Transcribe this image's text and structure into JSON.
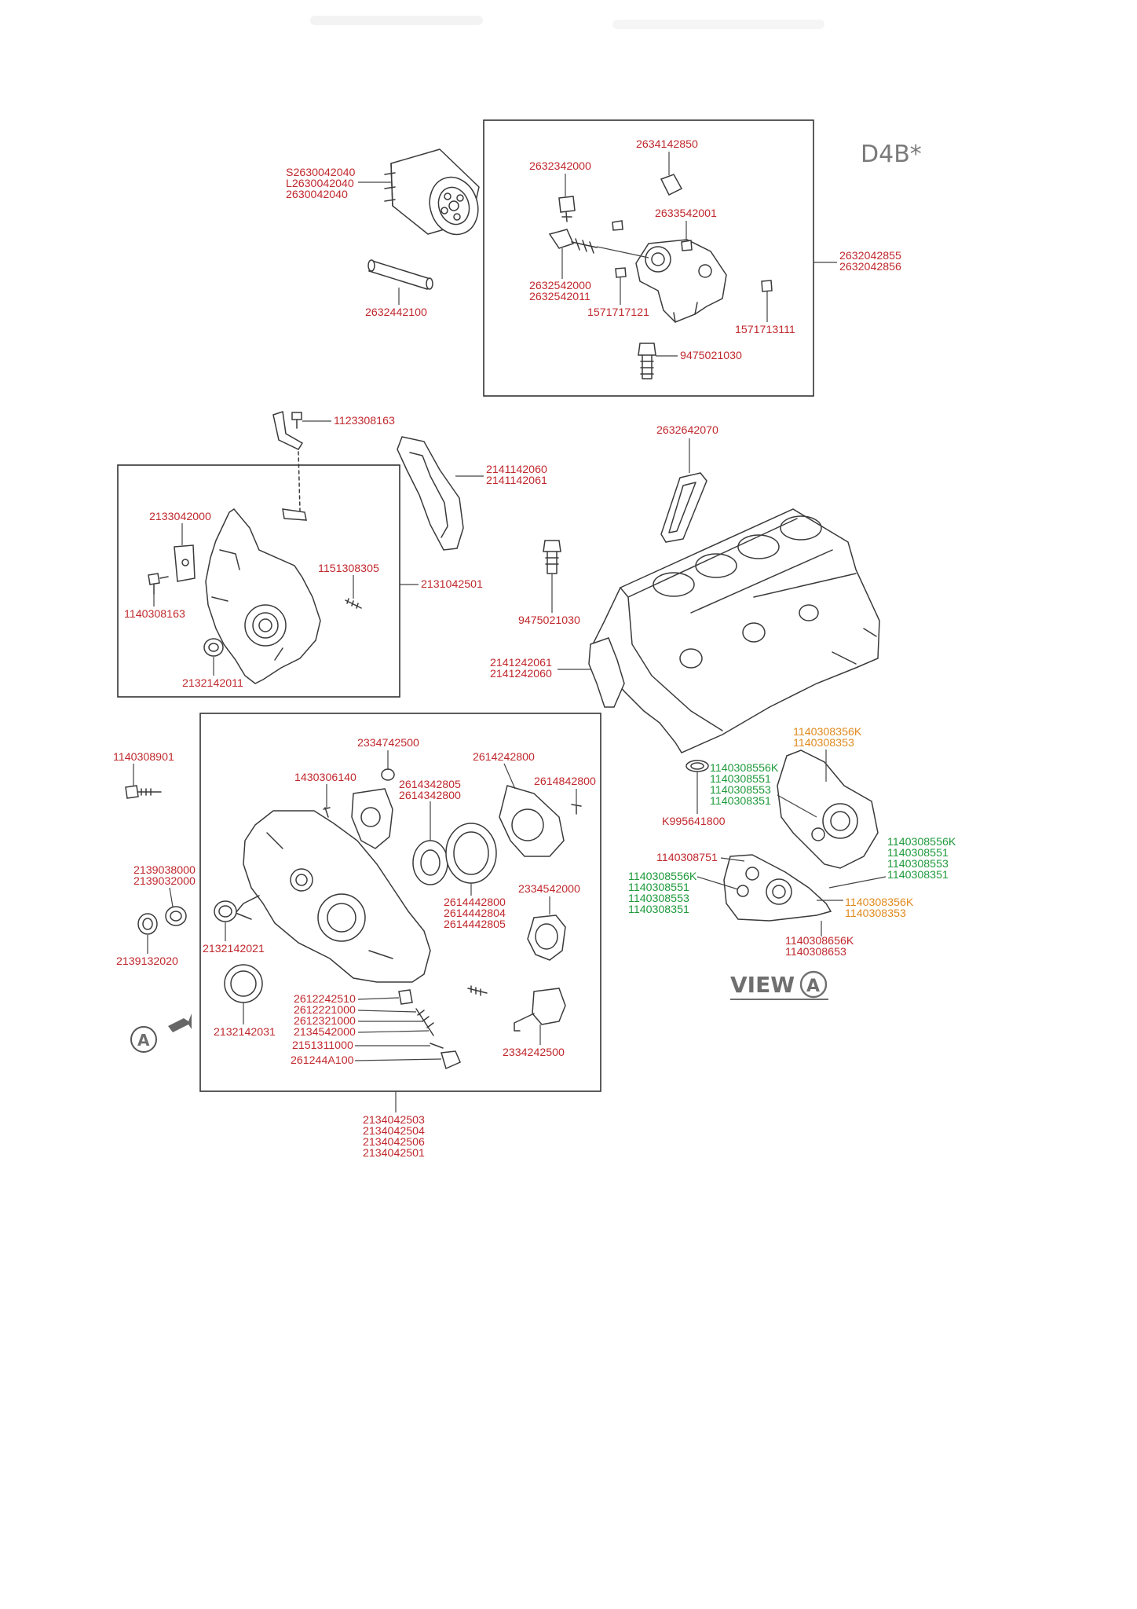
{
  "engine_code": "D4B*",
  "view_label": "VIEW",
  "view_marker": "A",
  "arrow_marker": "A",
  "colors": {
    "red": "#c0282d",
    "green": "#1f9a3c",
    "orange": "#e08a1e"
  },
  "labels": {
    "oil_filter": [
      "S2630042040",
      "L2630042040",
      "2630042040"
    ],
    "filter_nipple": "2632442100",
    "oil_pressure_switch": "2632342000",
    "sensor_cap": "2634142850",
    "plug_small": "2633542001",
    "relief_valve": [
      "2632542000",
      "2632542011"
    ],
    "plug_a": "1571717121",
    "plug_b": "1571713111",
    "bracket_asm": [
      "2632042855",
      "2632042856"
    ],
    "union_bolt_top": "9475021030",
    "bracket_bolt": "1123308163",
    "cover_gasket": [
      "2141142060",
      "2141142061"
    ],
    "bracket_small": "2133042000",
    "stud": "1151308305",
    "front_case": "2131042501",
    "bolt_left": "1140308163",
    "seal_front": "2132142011",
    "filter_gasket": "2632642070",
    "union_bolt_mid": "9475021030",
    "case_gasket": [
      "2141242061",
      "2141242060"
    ],
    "view_orange_top": [
      "1140308356K",
      "1140308353"
    ],
    "view_green_top": [
      "1140308556K",
      "1140308551",
      "1140308553",
      "1140308351"
    ],
    "oring": "K995641800",
    "view_green_right": [
      "1140308556K",
      "1140308551",
      "1140308553",
      "1140308351"
    ],
    "bolt_751": "1140308751",
    "view_green_left": [
      "1140308556K",
      "1140308551",
      "1140308553",
      "1140308351"
    ],
    "view_orange_right": [
      "1140308356K",
      "1140308353"
    ],
    "view_bottom": [
      "1140308656K",
      "1140308653"
    ],
    "long_bolt": "1140308901",
    "cap_seal": "2334742500",
    "pin": "1430306140",
    "sprocket_a": [
      "2614342805",
      "2614342800"
    ],
    "cover_plate": "2614242800",
    "screw": "2614842800",
    "seal_pair": [
      "2139038000",
      "2139032000"
    ],
    "gear_ring": [
      "2614442800",
      "2614442804",
      "2614442805"
    ],
    "plug_round": "2139132020",
    "seal_2021": "2132142021",
    "driven_gear": "2334542000",
    "valve_set": [
      "2612242510",
      "2612221000",
      "2612321000",
      "2134542000"
    ],
    "seal_2031": "2132142031",
    "clip": "2151311000",
    "valve_plug": "261244A100",
    "shaft_gear": "2334242500",
    "front_case_asm": [
      "2134042503",
      "2134042504",
      "2134042506",
      "2134042501"
    ]
  }
}
